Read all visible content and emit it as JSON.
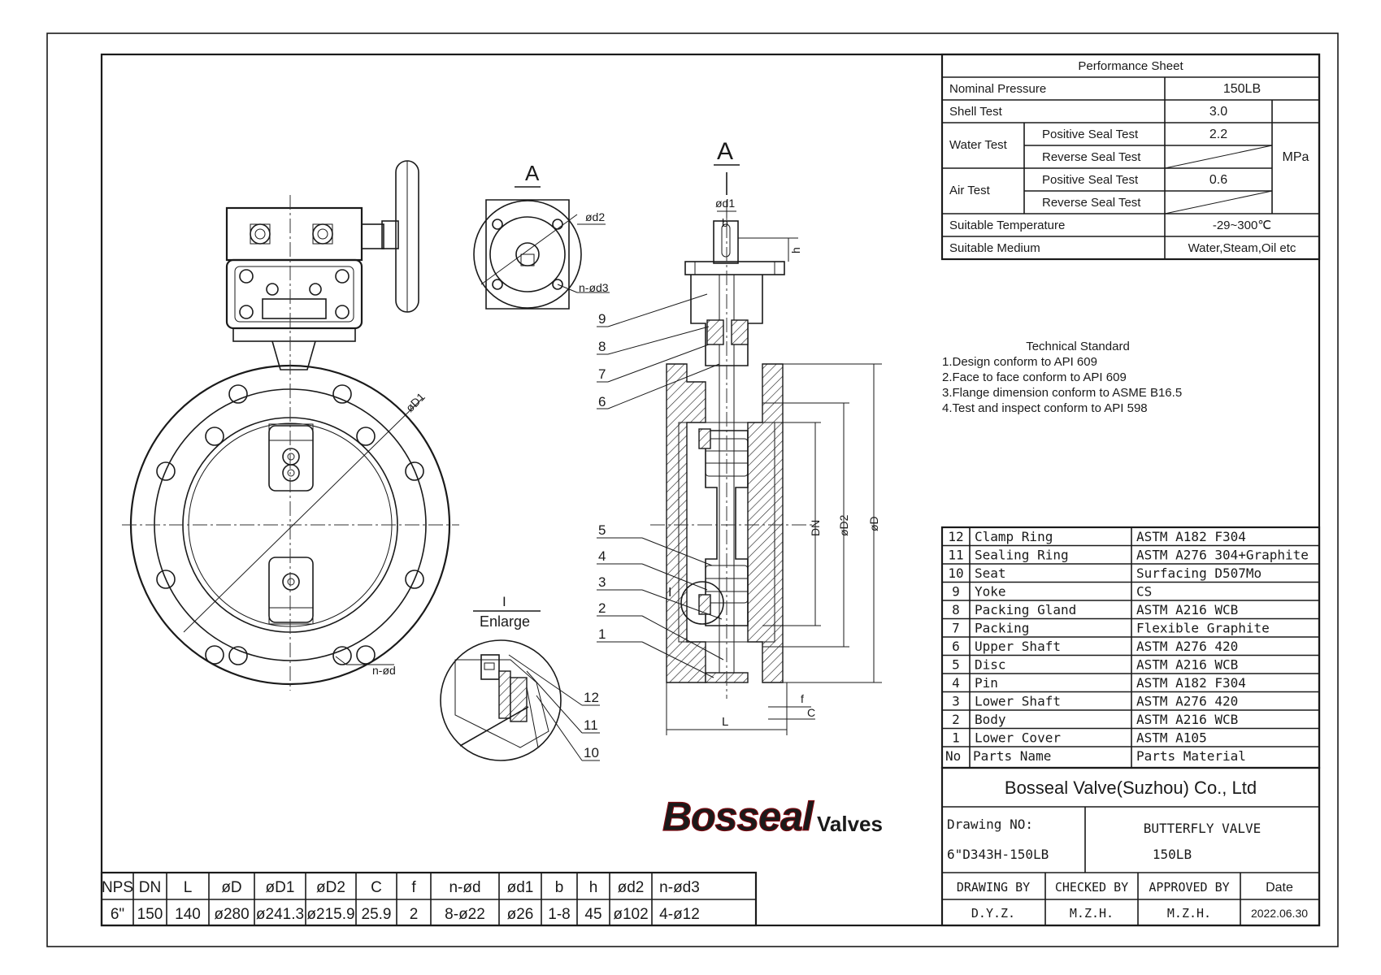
{
  "performance_sheet": {
    "title": "Performance Sheet",
    "rows": [
      {
        "label": "Nominal Pressure",
        "value": "150LB"
      },
      {
        "label": "Shell Test",
        "value": "3.0"
      },
      {
        "label": "Water Test",
        "sub": "Positive Seal Test",
        "value": "2.2"
      },
      {
        "label": "",
        "sub": "Reverse Seal Test",
        "value": ""
      },
      {
        "label": "Air Test",
        "sub": "Positive Seal Test",
        "value": "0.6"
      },
      {
        "label": "",
        "sub": "Reverse Seal Test",
        "value": ""
      },
      {
        "label": "Suitable Temperature",
        "value": "-29~300℃"
      },
      {
        "label": "Suitable Medium",
        "value": "Water,Steam,Oil etc"
      }
    ],
    "unit": "MPa"
  },
  "technical_standard": {
    "title": "Technical Standard",
    "lines": [
      "1.Design conform to API 609",
      "2.Face to face conform to API 609",
      "3.Flange dimension conform to ASME B16.5",
      "4.Test and inspect conform to API 598"
    ]
  },
  "parts": {
    "header": {
      "no": "No",
      "name": "Parts Name",
      "material": "Parts Material"
    },
    "rows": [
      {
        "no": "12",
        "name": "Clamp Ring",
        "material": "ASTM A182 F304"
      },
      {
        "no": "11",
        "name": "Sealing Ring",
        "material": "ASTM A276 304+Graphite"
      },
      {
        "no": "10",
        "name": "Seat",
        "material": "Surfacing D507Mo"
      },
      {
        "no": "9",
        "name": "Yoke",
        "material": "CS"
      },
      {
        "no": "8",
        "name": "Packing Gland",
        "material": "ASTM A216 WCB"
      },
      {
        "no": "7",
        "name": "Packing",
        "material": "Flexible Graphite"
      },
      {
        "no": "6",
        "name": "Upper Shaft",
        "material": "ASTM A276 420"
      },
      {
        "no": "5",
        "name": "Disc",
        "material": "ASTM A216 WCB"
      },
      {
        "no": "4",
        "name": "Pin",
        "material": "ASTM A182 F304"
      },
      {
        "no": "3",
        "name": "Lower Shaft",
        "material": "ASTM A276 420"
      },
      {
        "no": "2",
        "name": "Body",
        "material": "ASTM A216 WCB"
      },
      {
        "no": "1",
        "name": "Lower Cover",
        "material": "ASTM A105"
      }
    ]
  },
  "title_block": {
    "company": "Bosseal Valve(Suzhou) Co., Ltd",
    "drawing_no_label": "Drawing NO:",
    "drawing_no": "6\"D343H-150LB",
    "title": "BUTTERFLY VALVE",
    "subtitle": "150LB",
    "sign_headers": [
      "DRAWING BY",
      "CHECKED BY",
      "APPROVED BY",
      "Date"
    ],
    "sign_values": [
      "D.Y.Z.",
      "M.Z.H.",
      "M.Z.H.",
      "2022.06.30"
    ]
  },
  "dimensions_table": {
    "headers": [
      "NPS",
      "DN",
      "L",
      "øD",
      "øD1",
      "øD2",
      "C",
      "f",
      "n-ød",
      "ød1",
      "b",
      "h",
      "ød2",
      "n-ød3"
    ],
    "values": [
      "6\"",
      "150",
      "140",
      "ø280",
      "ø241.3",
      "ø215.9",
      "25.9",
      "2",
      "8-ø22",
      "ø26",
      "1-8",
      "45",
      "ø102",
      "4-ø12"
    ]
  },
  "logo": {
    "brand": "Bosseal",
    "suffix": "Valves",
    "color": "#e0202a"
  },
  "drawing_labels": {
    "section_a": "A",
    "enlarge_mark": "I",
    "enlarge_label": "Enlarge",
    "front_od1": "øD1",
    "front_nod": "n-ød",
    "a_od2": "ød2",
    "a_nod3": "n-ød3",
    "side_od1": "ød1",
    "side_b": "b",
    "side_h": "h",
    "side_dn": "DN",
    "side_od2": "øD2",
    "side_od": "øD",
    "side_l": "L",
    "side_f": "f",
    "side_c": "C",
    "side_i": "I",
    "callouts": [
      "1",
      "2",
      "3",
      "4",
      "5",
      "6",
      "7",
      "8",
      "9",
      "10",
      "11",
      "12"
    ]
  }
}
